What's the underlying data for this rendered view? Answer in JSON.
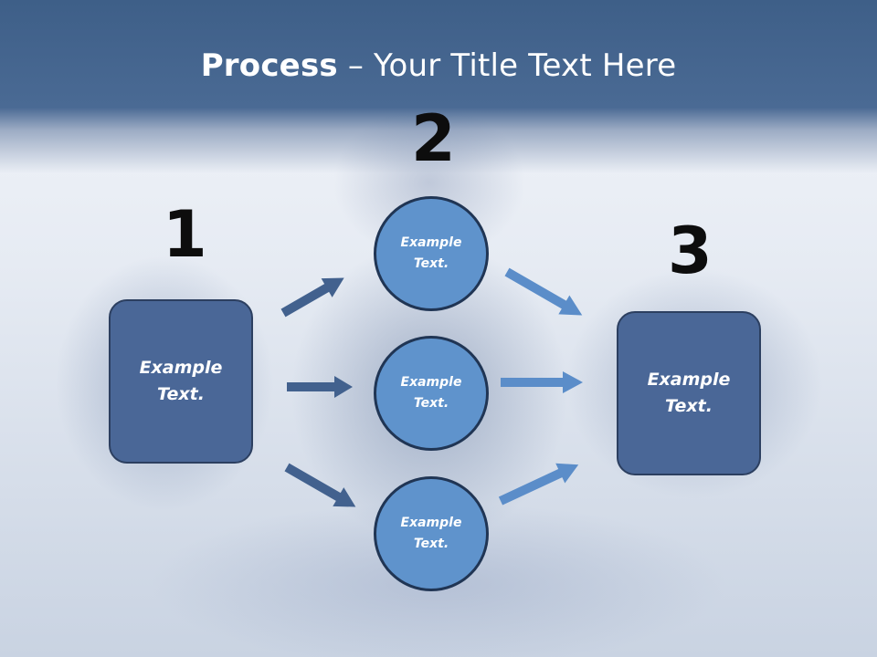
{
  "title": {
    "bold": "Process",
    "rest": " – Your Title Text Here"
  },
  "steps": {
    "one": "1",
    "two": "2",
    "three": "3"
  },
  "boxes": {
    "left": "Example Text.",
    "right": "Example Text."
  },
  "circles": {
    "top": "Example Text.",
    "middle": "Example Text.",
    "bottom": "Example Text."
  },
  "colors": {
    "header": "#4a6a94",
    "box_fill": "#4a6797",
    "circle_fill": "#5f93cc",
    "arrow_dark": "#42618e",
    "arrow_light": "#5b8dc9"
  }
}
